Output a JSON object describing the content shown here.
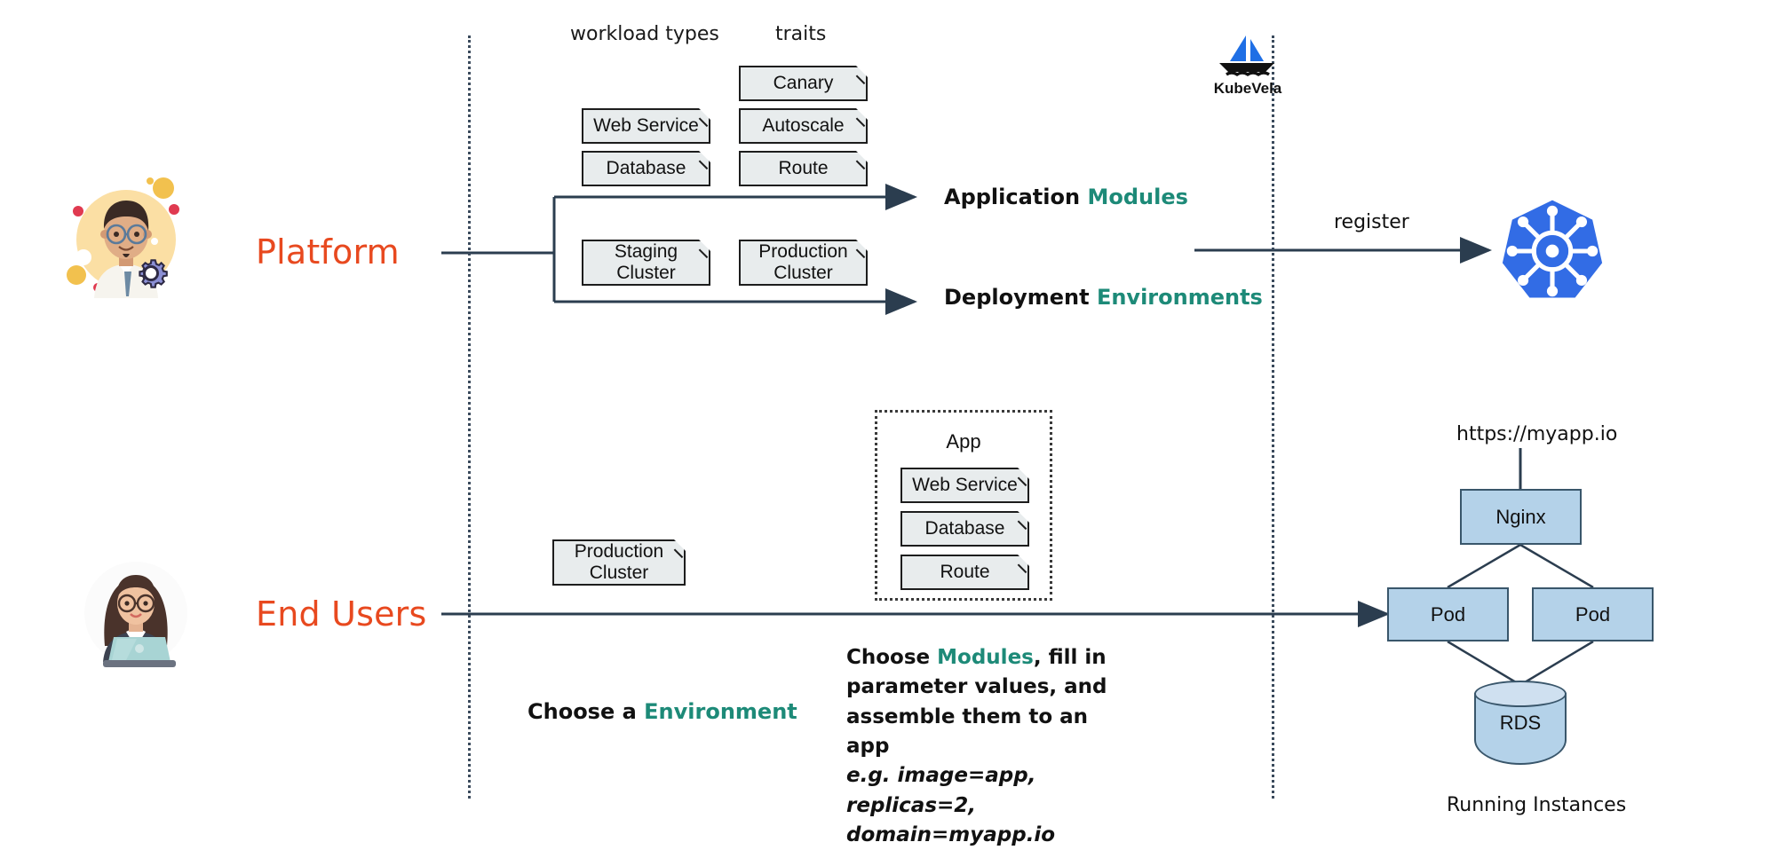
{
  "diagram": {
    "title": "KubeVela platform and end-user workflow",
    "colors": {
      "accent_orange": "#e8491f",
      "accent_teal": "#1d8a78",
      "module_box_fill": "#e8eced",
      "module_box_border": "#1d1d1d",
      "infra_box_fill": "#b4d2e9",
      "infra_box_border": "#39566b",
      "kubernetes_blue": "#326ce5",
      "divider": "#3a4a5c"
    }
  },
  "roles": {
    "platform": "Platform",
    "end_users": "End Users"
  },
  "captions": {
    "workload_types": "workload  types",
    "traits": "traits"
  },
  "workload_types": [
    {
      "label": "Web Service"
    },
    {
      "label": "Database"
    }
  ],
  "traits": [
    {
      "label": "Canary"
    },
    {
      "label": "Autoscale"
    },
    {
      "label": "Route"
    }
  ],
  "clusters": [
    {
      "label": "Staging\nCluster",
      "line1": "Staging",
      "line2": "Cluster"
    },
    {
      "label": "Production\nCluster",
      "line1": "Production",
      "line2": "Cluster"
    }
  ],
  "outputs": {
    "modules_prefix": "Application",
    "modules_accent": "Modules",
    "environments_prefix": "Deployment",
    "environments_accent": "Environments"
  },
  "brand": {
    "kubevela_label": "KubeVela",
    "kubevela_icon": "sailboat-icon",
    "kubernetes_icon": "kubernetes-helm-icon"
  },
  "register": {
    "label": "register"
  },
  "end_user_flow": {
    "chosen_cluster_line1": "Production",
    "chosen_cluster_line2": "Cluster",
    "choose_env_prefix": "Choose a ",
    "choose_env_accent": "Environment",
    "app_title": "App",
    "app_modules": [
      {
        "label": "Web Service"
      },
      {
        "label": "Database"
      },
      {
        "label": "Route"
      }
    ],
    "instructions_line1_prefix": "Choose ",
    "instructions_line1_accent": "Modules",
    "instructions_line1_suffix": ", fill in",
    "instructions_line2": "parameter values, and",
    "instructions_line3": "assemble them to  an app",
    "instructions_example_line1": "e.g. image=app, replicas=2,",
    "instructions_example_line2": "domain=myapp.io"
  },
  "runtime": {
    "url": "https://myapp.io",
    "nginx": "Nginx",
    "pod_left": "Pod",
    "pod_right": "Pod",
    "database": "RDS",
    "caption": "Running Instances"
  }
}
